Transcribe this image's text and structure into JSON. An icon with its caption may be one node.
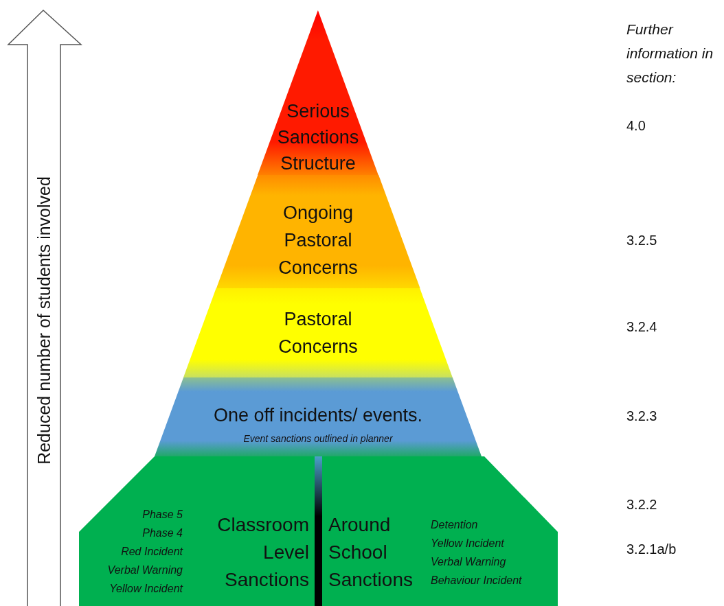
{
  "diagram": {
    "nodes": [
      {
        "text": [
          "Reduced number of students involved"
        ]
      },
      {
        "text": [
          "Serious Sanctions Structure"
        ]
      },
      {
        "text": [
          "Ongoing Pastoral Concerns"
        ]
      },
      {
        "text": [
          "Pastoral Concerns"
        ]
      },
      {
        "text": [
          "One off incidents/ events.",
          "Event sanctions outlined in planner"
        ]
      },
      {
        "text": [],
        "shape": "box"
      },
      {
        "text": [
          "Phase 5",
          "Phase 4",
          "Red Incident",
          "Verbal Warning",
          "Yellow Incident",
          "Classroom Level Sanctions"
        ],
        "in": 5
      },
      {
        "text": [
          "Around School Sanctions",
          "Detention",
          "Yellow Incident",
          "Verbal Warning",
          "Behaviour Incident"
        ],
        "in": 5
      }
    ],
    "labels": [
      "Further information in section:",
      "4.0",
      "3.2.5",
      "3.2.4",
      "3.2.3",
      "3.2.2",
      "3.2.1a/b"
    ]
  }
}
